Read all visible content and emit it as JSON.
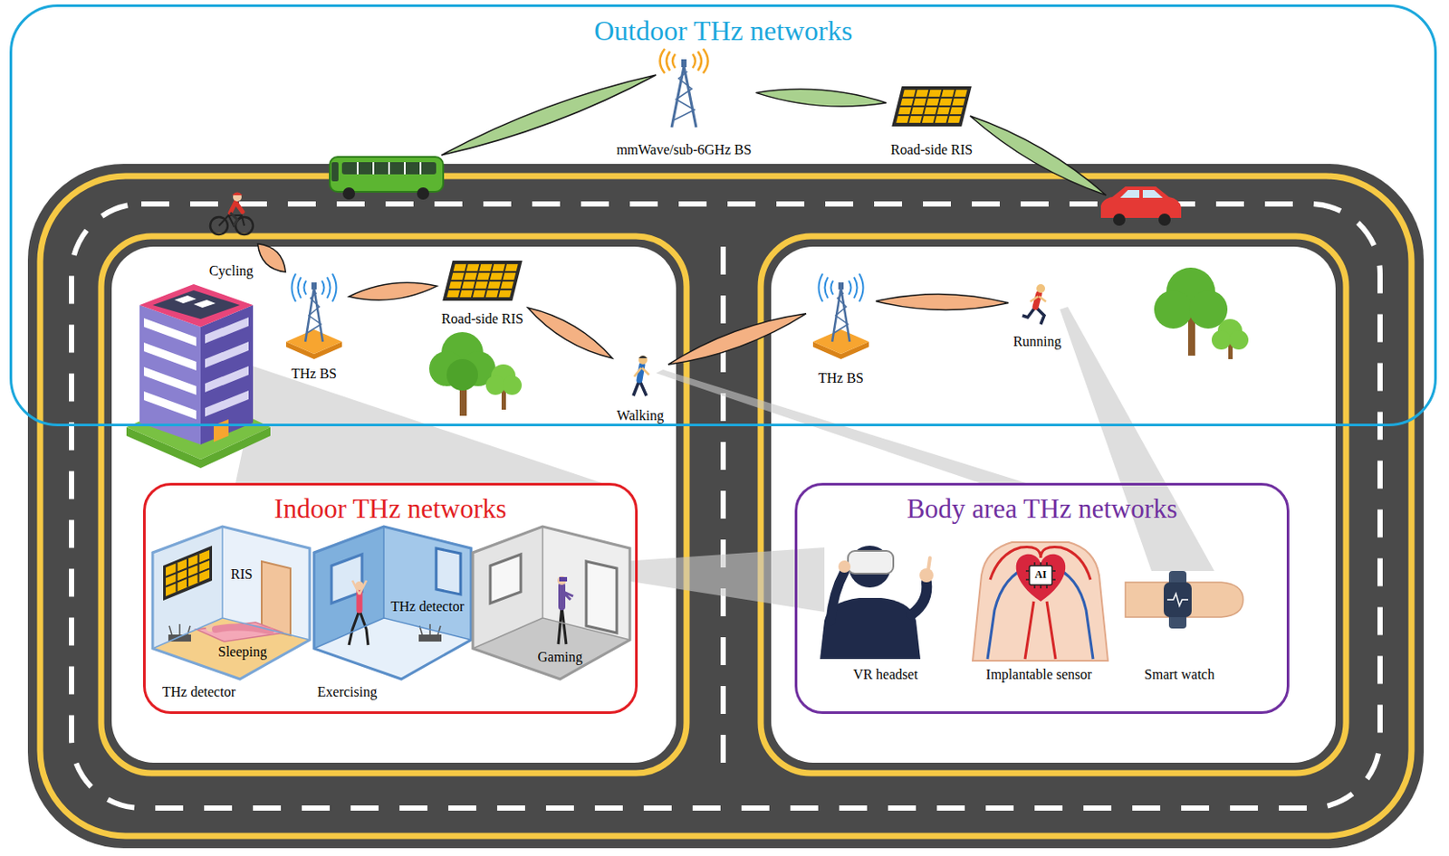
{
  "diagram": {
    "nodes": [
      {
        "text": [
          "Outdoor THz networks"
        ]
      },
      {
        "text": [
          "mmWave/sub-6GHz BS"
        ],
        "in": 0
      },
      {
        "text": [
          "Road-side RIS"
        ],
        "in": 0
      },
      {
        "text": [
          "Cycling"
        ],
        "in": 0
      },
      {
        "text": [
          "THz BS"
        ],
        "in": 0
      },
      {
        "text": [
          "Road-side RIS"
        ],
        "in": 0
      },
      {
        "text": [
          "Walking"
        ],
        "in": 0
      },
      {
        "text": [
          "THz BS"
        ],
        "in": 0
      },
      {
        "text": [
          "Running"
        ],
        "in": 0
      },
      {
        "text": [
          "Indoor THz networks"
        ]
      },
      {
        "text": [
          "Body area THz networks"
        ]
      }
    ],
    "edges": [
      {
        "from": 1,
        "to": 2,
        "arrow": "none"
      },
      {
        "from": 3,
        "to": 4,
        "arrow": "none"
      },
      {
        "from": 4,
        "to": 5,
        "arrow": "none"
      },
      {
        "from": 5,
        "to": 6,
        "arrow": "none"
      },
      {
        "from": 6,
        "to": 7,
        "arrow": "none"
      },
      {
        "from": 7,
        "to": 8,
        "arrow": "none"
      }
    ],
    "labels": [
      "RIS",
      "Sleeping",
      "THz detector",
      "Exercising",
      "THz detector",
      "Gaming",
      "AI",
      "VR headset",
      "Implantable sensor",
      "Smart watch"
    ]
  }
}
